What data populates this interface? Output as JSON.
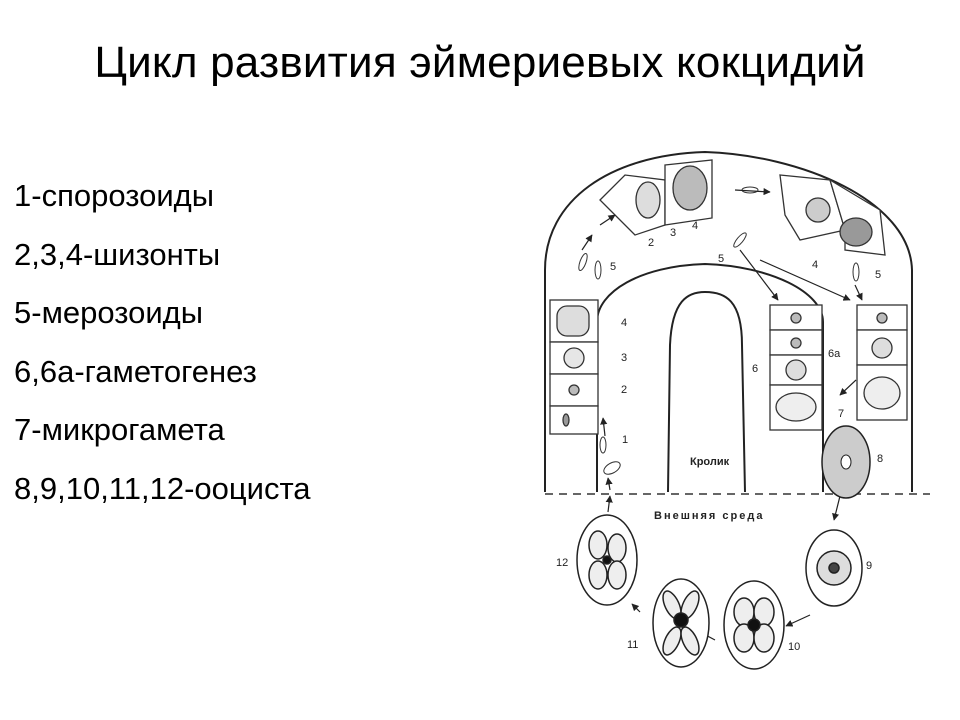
{
  "title": "Цикл развития эймериевых кокцидий",
  "legend": [
    "1-спорозоиды",
    "2,3,4-шизонты",
    "5-мерозоиды",
    "6,6а-гаметогенез",
    "7-микрогамета",
    "8,9,10,11,12-ооциста"
  ],
  "diagram": {
    "host_label": "Кролик",
    "environment_label": "Внешняя среда",
    "numbers": {
      "n1": "1",
      "n2l": "2",
      "n3l": "3",
      "n4l": "4",
      "n5l": "5",
      "n2t": "2",
      "n3t": "3",
      "n4t": "4",
      "n5t": "5",
      "n4r": "4",
      "n5r": "5",
      "n6": "6",
      "n6a": "6а",
      "n7": "7",
      "n8": "8",
      "n9": "9",
      "n10": "10",
      "n11": "11",
      "n12": "12"
    }
  }
}
